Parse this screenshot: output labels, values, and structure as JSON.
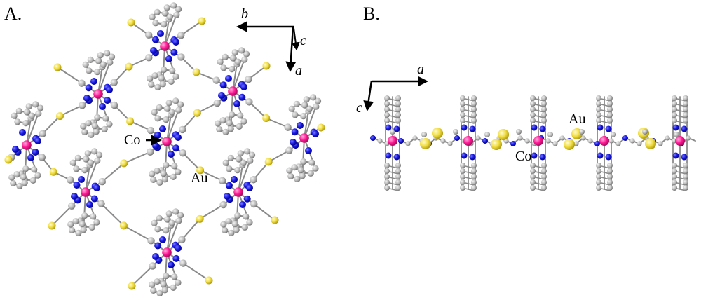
{
  "panel_a": {
    "label": "A.",
    "axes": {
      "b": "b",
      "c": "c",
      "a": "a"
    },
    "labels": {
      "co": "Co",
      "au": "Au"
    }
  },
  "panel_b": {
    "label": "B.",
    "axes": {
      "a": "a",
      "c": "c"
    },
    "labels": {
      "co": "Co",
      "au": "Au"
    }
  },
  "colors": {
    "cobalt": "#ff1493",
    "nitrogen": "#1010e6",
    "gold": "#f2e04a",
    "carbon": "#b4b4b4",
    "bond": "#8a8a8a"
  }
}
